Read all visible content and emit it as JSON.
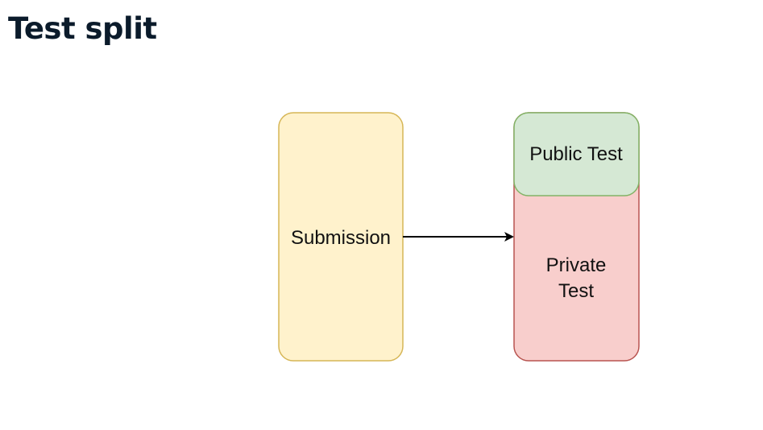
{
  "page": {
    "title": "Test split"
  },
  "diagram": {
    "nodes": {
      "submission": {
        "label": "Submission",
        "fill": "#fff2cc",
        "stroke": "#d6b656"
      },
      "public_test": {
        "label": "Public Test",
        "fill": "#d5e8d4",
        "stroke": "#82b366"
      },
      "private_test": {
        "label_line1": "Private",
        "label_line2": "Test",
        "fill": "#f8cecc",
        "stroke": "#b85450"
      }
    },
    "edges": [
      {
        "from": "Submission",
        "to": "Private Test"
      }
    ]
  }
}
